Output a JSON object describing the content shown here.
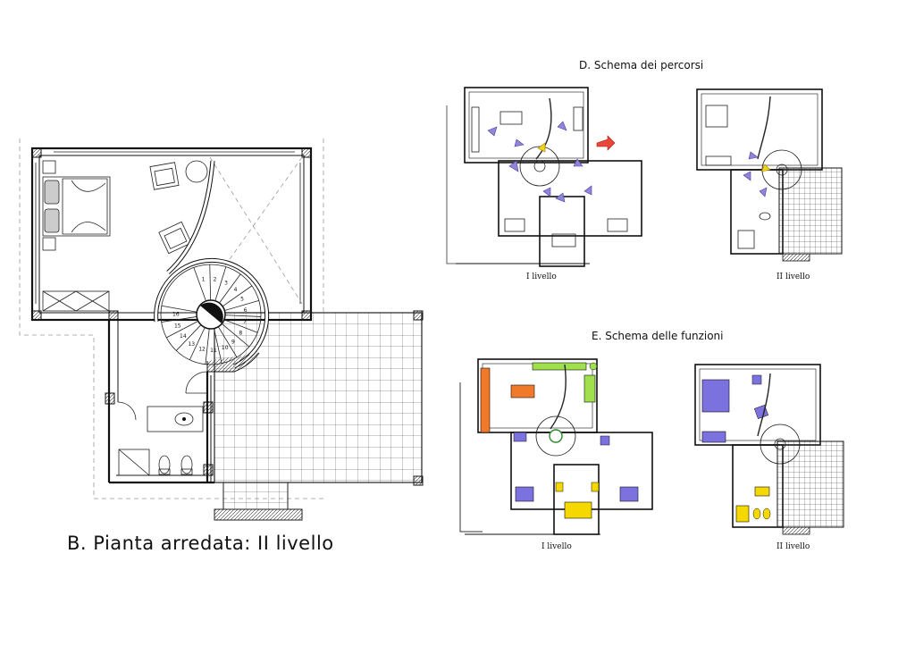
{
  "main_plan": {
    "title": "B. Pianta arredata: II livello",
    "stair_steps": [
      "1",
      "2",
      "3",
      "4",
      "5",
      "6",
      "7",
      "8",
      "9",
      "10",
      "11",
      "12",
      "13",
      "14",
      "15",
      "16"
    ]
  },
  "paths_scheme": {
    "title": "D. Schema dei percorsi",
    "plans": [
      {
        "caption": "I livello"
      },
      {
        "caption": "II livello"
      }
    ],
    "arrow_colors": {
      "flow": "#8f86d9",
      "entry": "#e8473a",
      "stair": "#f2d21a"
    }
  },
  "functions_scheme": {
    "title": "E. Schema delle funzioni",
    "plans": [
      {
        "caption": "I livello"
      },
      {
        "caption": "II livello"
      }
    ],
    "zone_colors": {
      "kitchen": "#f07a2a",
      "living": "#9fe04c",
      "sleeping": "#7b72e0",
      "service": "#f5d800"
    }
  }
}
